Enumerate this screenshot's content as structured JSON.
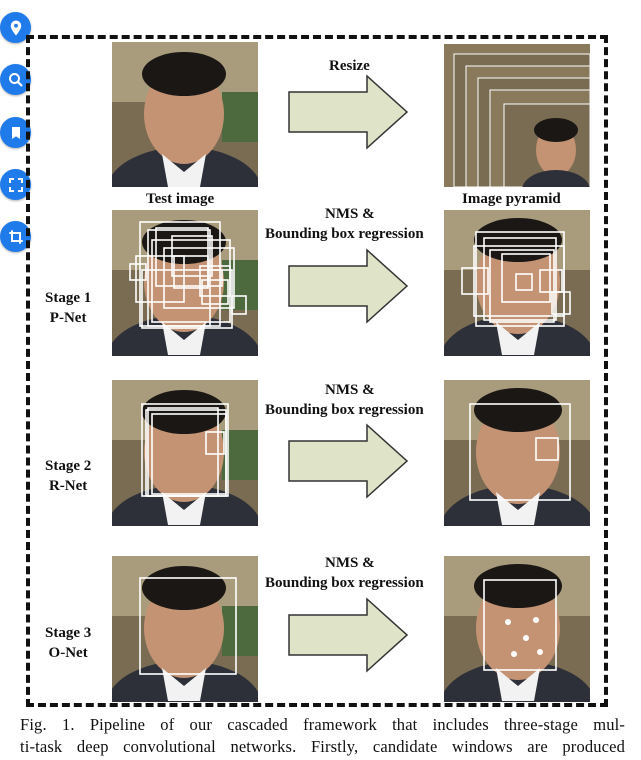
{
  "labels": {
    "resize": "Resize",
    "test_image": "Test image",
    "image_pyramid": "Image pyramid",
    "nms_1": "NMS &",
    "bbr_1": "Bounding box regression",
    "nms_2": "NMS &",
    "bbr_2": "Bounding box regression",
    "nms_3": "NMS &",
    "bbr_3": "Bounding box regression"
  },
  "stages": [
    {
      "line1": "Stage 1",
      "line2": "P-Net"
    },
    {
      "line1": "Stage 2",
      "line2": "R-Net"
    },
    {
      "line1": "Stage 3",
      "line2": "O-Net"
    }
  ],
  "caption": {
    "line1": "Fig. 1.  Pipeline of our cascaded framework that includes three-stage mul-",
    "line2": "ti-task deep convolutional networks. Firstly, candidate windows are produced"
  },
  "toolbar": [
    {
      "icon": "location-pin-icon"
    },
    {
      "icon": "zoom-search-icon"
    },
    {
      "icon": "bookmark-icon"
    },
    {
      "icon": "fullscreen-icon"
    },
    {
      "icon": "crop-icon"
    }
  ],
  "colors": {
    "arrow_fill": "#dfe3c8",
    "tool_blue": "#1f7bea"
  }
}
